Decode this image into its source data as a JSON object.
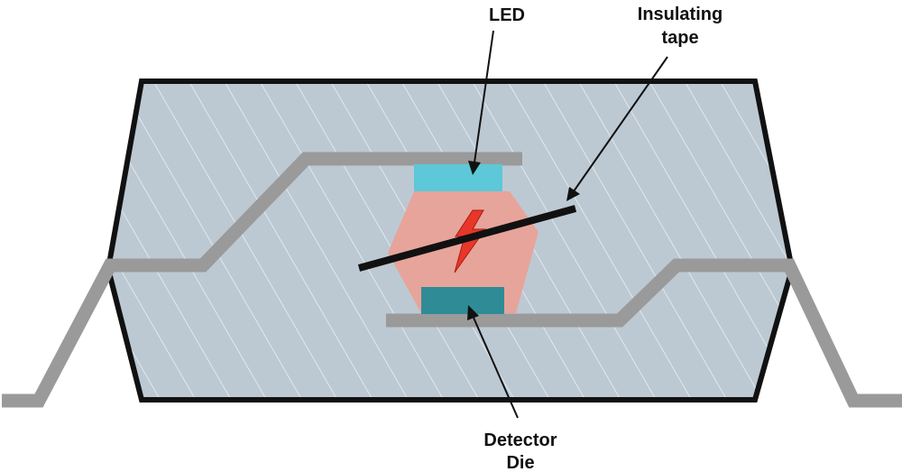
{
  "labels": {
    "led": "LED",
    "insulating_tape_line1": "Insulating",
    "insulating_tape_line2": "tape",
    "detector_line1": "Detector",
    "detector_line2": "Die"
  },
  "colors": {
    "package_fill": "#bcc9d3",
    "package_border": "#111111",
    "hatch": "#ffffff",
    "lead_frame": "#9a9a9a",
    "led_die": "#5cc8d8",
    "detector_die": "#2f8c96",
    "light_path": "#e7a49b",
    "insulating_tape": "#111111",
    "spark": "#e8362a",
    "text": "#111111"
  }
}
